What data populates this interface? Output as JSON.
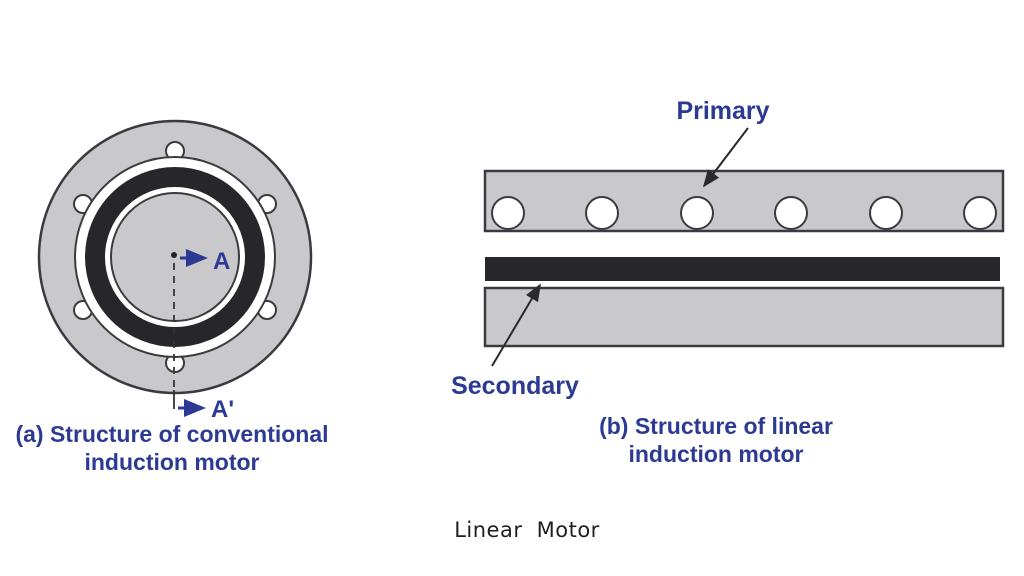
{
  "figure": {
    "panel_a": {
      "labels": {
        "section_a": "A",
        "section_a_prime": "A'"
      },
      "caption": {
        "line1": "(a) Structure of conventional",
        "line2": "induction motor"
      }
    },
    "panel_b": {
      "labels": {
        "primary": "Primary",
        "secondary": "Secondary"
      },
      "caption": {
        "line1": "(b) Structure of linear",
        "line2": "induction motor"
      }
    },
    "title": "Linear Motor",
    "colors": {
      "accent_blue": "#2c3a94",
      "diagram_gray": "#c9c9cc",
      "diagram_outline": "#3a3a42",
      "diagram_black": "#26262b",
      "arrow_black": "#2a2a2a",
      "title_text": "#1f1f1f",
      "background": "#ffffff"
    }
  }
}
